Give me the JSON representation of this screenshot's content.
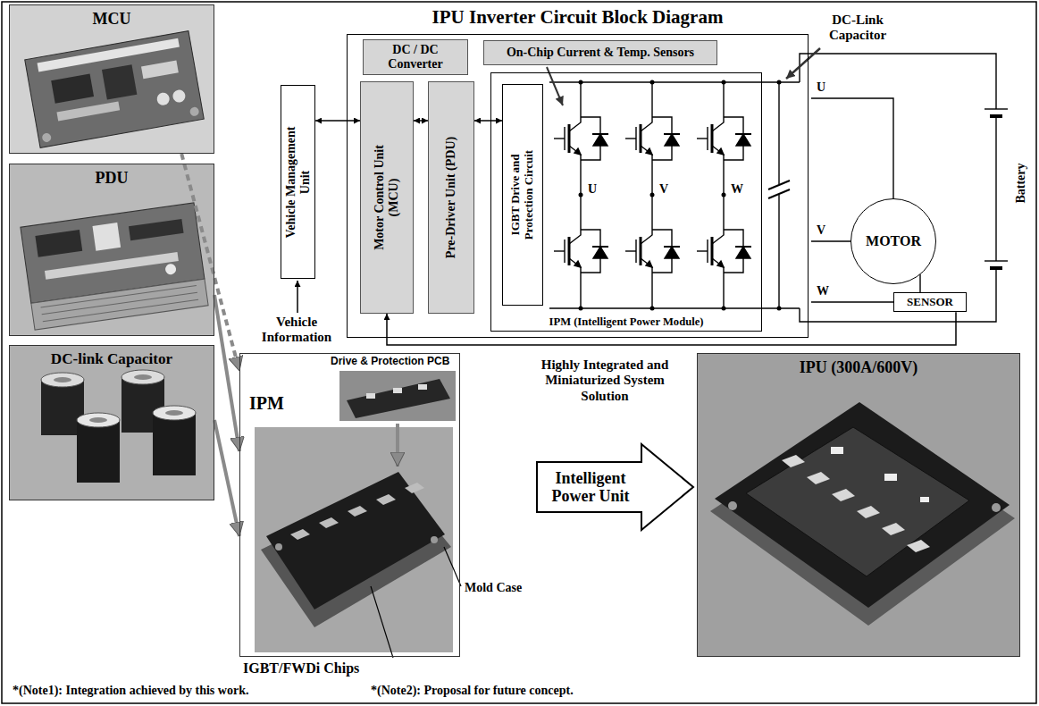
{
  "diagram": {
    "nodes": [
      {
        "text": [
          "MCU"
        ]
      },
      {
        "text": [
          "PDU"
        ]
      },
      {
        "text": [
          "DC-link Capacitor"
        ]
      },
      {
        "text": [
          "IPU Inverter Circuit Block Diagram"
        ]
      },
      {
        "text": [
          "Vehicle Management Unit"
        ]
      },
      {
        "text": [
          "DC / DC Converter"
        ],
        "in": 3
      },
      {
        "text": [
          "On-Chip Current & Temp. Sensors"
        ],
        "in": 3
      },
      {
        "text": [
          "Motor Control Unit (MCU)"
        ],
        "in": 3
      },
      {
        "text": [
          "Pre-Driver Unit (PDU)"
        ],
        "in": 3
      },
      {
        "text": [
          "IPM (Intelligent Power Module)"
        ],
        "in": 3
      },
      {
        "text": [
          "IGBT Drive and Protection Circuit"
        ],
        "in": 9
      },
      {
        "text": [
          "MOTOR"
        ]
      },
      {
        "text": [
          "SENSOR"
        ]
      },
      {
        "text": [
          "IPM"
        ]
      },
      {
        "text": [
          "Intelligent Power Unit"
        ]
      },
      {
        "text": [
          "IPU (300A/600V)"
        ]
      }
    ],
    "edges": [
      {
        "from": 4,
        "to": 7,
        "arrow": "both"
      },
      {
        "from": 7,
        "to": 8,
        "arrow": "both"
      },
      {
        "from": 8,
        "to": 10,
        "arrow": "both"
      },
      {
        "from": 12,
        "to": 7,
        "arrow": "to"
      },
      {
        "from": 0,
        "to": 13,
        "arrow": "to"
      },
      {
        "from": 1,
        "to": 13,
        "arrow": "to"
      },
      {
        "from": 2,
        "to": 13,
        "arrow": "to"
      }
    ],
    "labels": [
      "DC-Link Capacitor",
      "U",
      "V",
      "W",
      "U",
      "V",
      "W",
      "Battery",
      "Vehicle Information",
      "Drive & Protection PCB",
      "Highly Integrated and Miniaturized System Solution",
      "IGBT/FWDi Chips",
      "Mold Case",
      "*(Note1): Integration achieved by this work.",
      "*(Note2): Proposal for future concept."
    ]
  }
}
